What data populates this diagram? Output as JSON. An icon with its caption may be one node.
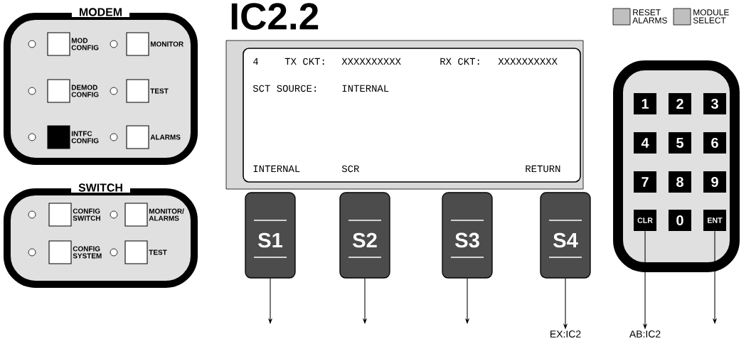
{
  "diagram": {
    "title": "IC2.2",
    "nodes": [
      {
        "text": [
          "MODEM"
        ]
      },
      {
        "text": [
          "MOD CONFIG"
        ],
        "in": 0
      },
      {
        "text": [
          "MONITOR"
        ],
        "in": 0
      },
      {
        "text": [
          "DEMOD CONFIG"
        ],
        "in": 0
      },
      {
        "text": [
          "TEST"
        ],
        "in": 0
      },
      {
        "text": [
          "INTFC CONFIG"
        ],
        "in": 0
      },
      {
        "text": [
          "ALARMS"
        ],
        "in": 0
      },
      {
        "text": [
          "SWITCH"
        ]
      },
      {
        "text": [
          "CONFIG SWITCH"
        ],
        "in": 7
      },
      {
        "text": [
          "MONITOR/ ALARMS"
        ],
        "in": 7
      },
      {
        "text": [
          "CONFIG SYSTEM"
        ],
        "in": 7
      },
      {
        "text": [
          "TEST"
        ],
        "in": 7
      },
      {
        "text": [
          "4",
          "TX CKT:",
          "XXXXXXXXXX",
          "RX CKT:",
          "XXXXXXXXXX",
          "SCT SOURCE:",
          "INTERNAL",
          "INTERNAL",
          "SCR",
          "RETURN"
        ]
      },
      {
        "text": [
          "S1"
        ]
      },
      {
        "text": [
          "S2"
        ]
      },
      {
        "text": [
          "S3"
        ]
      },
      {
        "text": [
          "S4"
        ]
      },
      {
        "text": [
          "RESET ALARMS"
        ]
      },
      {
        "text": [
          "MODULE SELECT"
        ]
      },
      {
        "text": [],
        "shape": "box"
      },
      {
        "text": [
          "1"
        ],
        "in": 19
      },
      {
        "text": [
          "2"
        ],
        "in": 19
      },
      {
        "text": [
          "3"
        ],
        "in": 19
      },
      {
        "text": [
          "4"
        ],
        "in": 19
      },
      {
        "text": [
          "5"
        ],
        "in": 19
      },
      {
        "text": [
          "6"
        ],
        "in": 19
      },
      {
        "text": [
          "7"
        ],
        "in": 19
      },
      {
        "text": [
          "8"
        ],
        "in": 19
      },
      {
        "text": [
          "9"
        ],
        "in": 19
      },
      {
        "text": [
          "CLR"
        ],
        "in": 19
      },
      {
        "text": [
          "0"
        ],
        "in": 19
      },
      {
        "text": [
          "ENT"
        ],
        "in": 19
      },
      {
        "text": [
          "EX:IC2"
        ]
      },
      {
        "text": [
          "AB:IC2"
        ]
      }
    ],
    "edges": [
      {
        "from": 13,
        "to": null,
        "arrow": "to"
      },
      {
        "from": 14,
        "to": null,
        "arrow": "to"
      },
      {
        "from": 15,
        "to": null,
        "arrow": "to"
      },
      {
        "from": 16,
        "to": 32,
        "arrow": "to"
      },
      {
        "from": 29,
        "to": 33,
        "arrow": "to"
      },
      {
        "from": 31,
        "to": null,
        "arrow": "to"
      }
    ]
  }
}
